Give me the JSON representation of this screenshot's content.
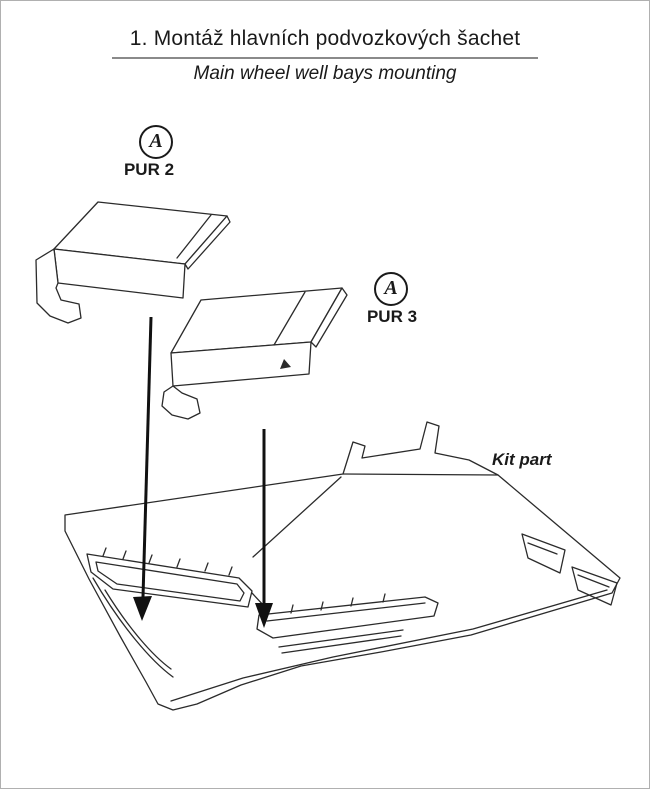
{
  "header": {
    "step_title": "1. Montáž hlavních podvozkových šachet",
    "step_subtitle": "Main wheel well bays mounting"
  },
  "parts": {
    "pur2": {
      "badge": "A",
      "label": "PUR 2"
    },
    "pur3": {
      "badge": "A",
      "label": "PUR 3"
    }
  },
  "annotations": {
    "kit_part": "Kit part"
  },
  "colors": {
    "ink": "#1a1a1a",
    "line": "#2b2b2b",
    "underline": "#8a8a8a"
  }
}
